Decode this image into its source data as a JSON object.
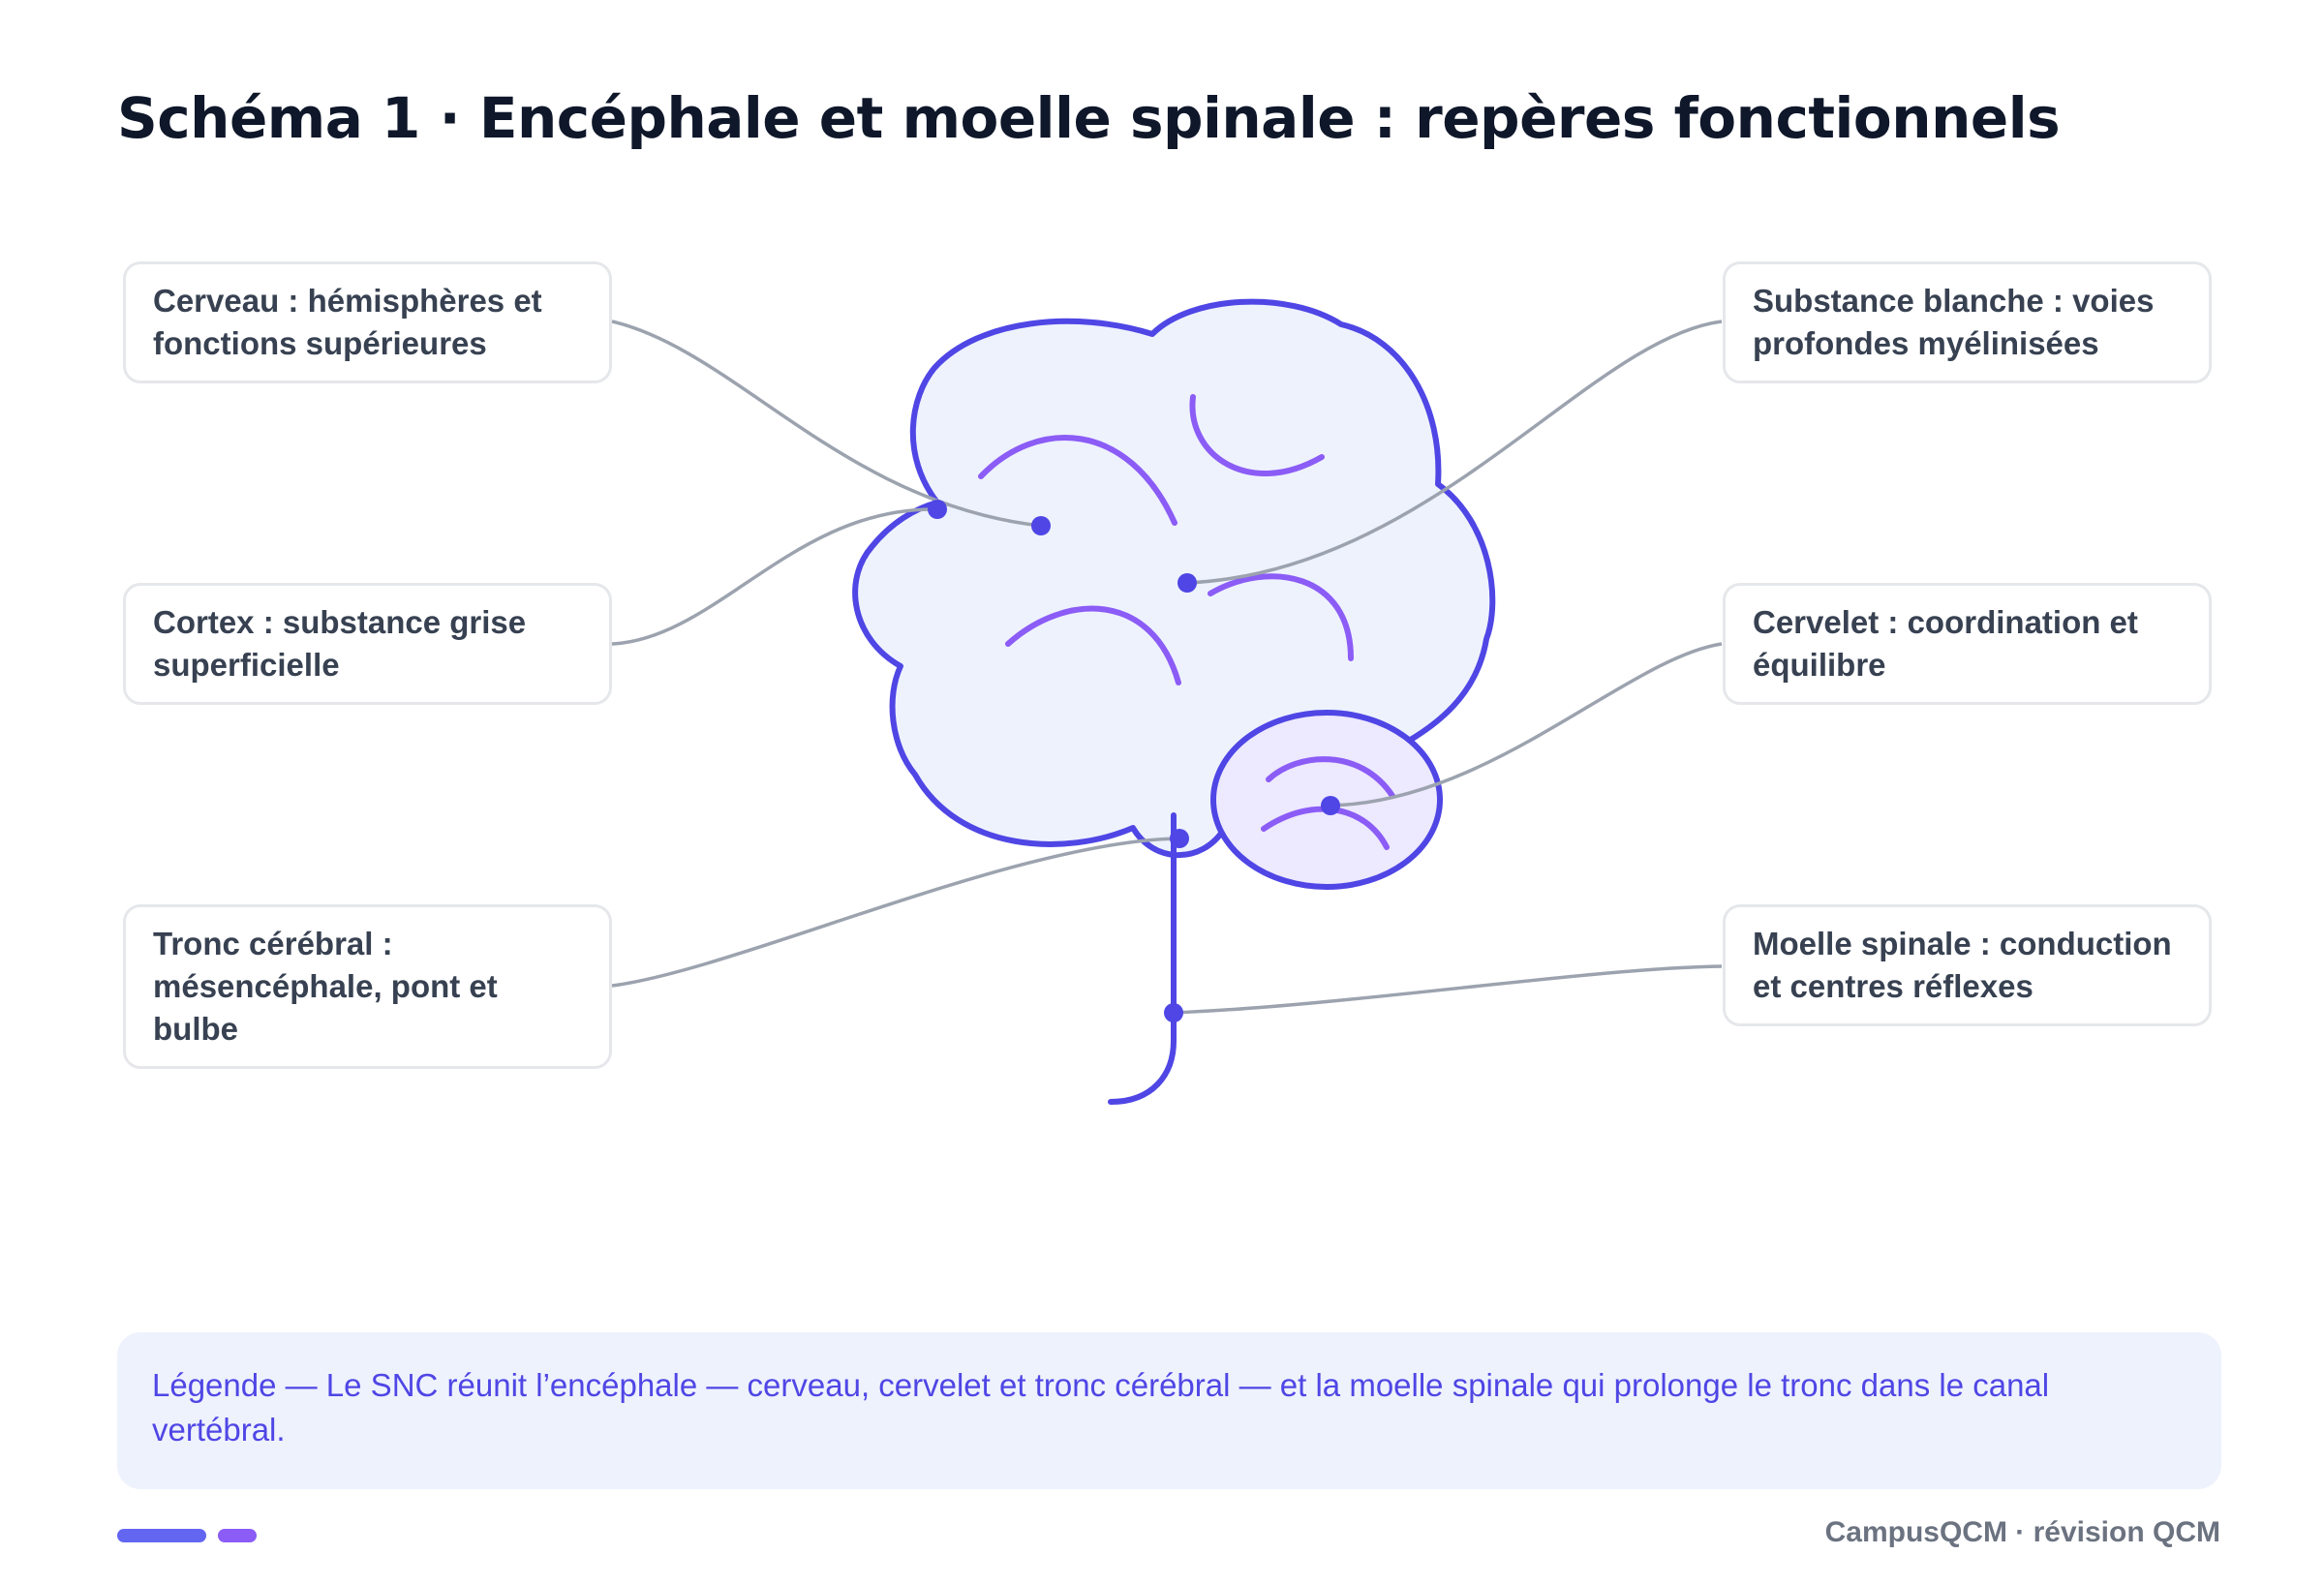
{
  "title": "Schéma 1 · Encéphale et moelle spinale : repères fonctionnels",
  "labels": {
    "cerveau": "Cerveau : hémisphères et fonctions supérieures",
    "cortex": "Cortex : substance grise superficielle",
    "tronc": "Tronc cérébral : mésencéphale, pont et bulbe",
    "substance_blanche": "Substance blanche : voies profondes myélinisées",
    "cervelet": "Cervelet : coordination et équilibre",
    "moelle": "Moelle spinale : conduction et centres réflexes"
  },
  "legend": "Légende — Le SNC réunit l’encéphale — cerveau, cervelet et tronc cérébral — et la moelle spinale qui prolonge le tronc dans le canal vertébral.",
  "footer": {
    "brand": "CampusQCM · révision QCM"
  },
  "colors": {
    "accent": "#4f46e5",
    "accent_purple": "#8b5cf6",
    "brain_fill": "#eef2fd",
    "cerebellum_fill": "#ede9fe",
    "leader_line": "#9ca3af",
    "title": "#0f172a"
  }
}
